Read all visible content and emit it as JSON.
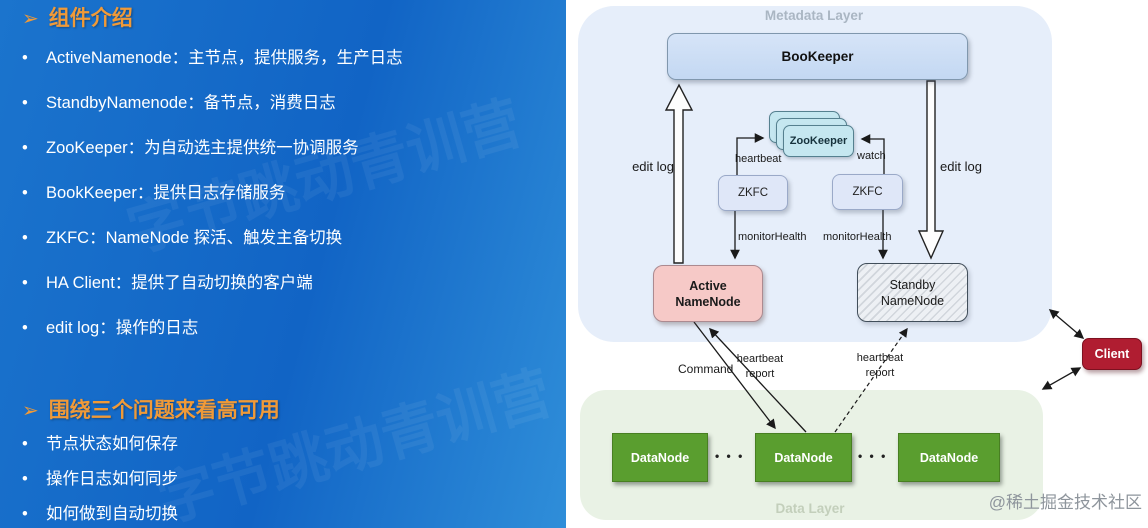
{
  "left_panel": {
    "watermark": "字节跳动青训营",
    "section1": {
      "marker": "➢",
      "title": "组件介绍",
      "bullet": "•",
      "items": [
        "ActiveNamenode：主节点，提供服务，生产日志",
        "StandbyNamenode：备节点，消费日志",
        "ZooKeeper：为自动选主提供统一协调服务",
        "BookKeeper：提供日志存储服务",
        "ZKFC：NameNode 探活、触发主备切换",
        "HA Client：提供了自动切换的客户端",
        "edit log：操作的日志"
      ]
    },
    "section2": {
      "marker": "➢",
      "title": "围绕三个问题来看高可用",
      "bullet": "•",
      "items": [
        "节点状态如何保存",
        "操作日志如何同步",
        "如何做到自动切换"
      ]
    }
  },
  "diagram": {
    "metadata_layer_label": "Metadata Layer",
    "data_layer_label": "Data Layer",
    "nodes": {
      "bookeeper": "BooKeeper",
      "zookeeper": "ZooKeeper",
      "zkfc_left": "ZKFC",
      "zkfc_right": "ZKFC",
      "active_namenode_line1": "Active",
      "active_namenode_line2": "NameNode",
      "standby_namenode_line1": "Standby",
      "standby_namenode_line2": "NameNode",
      "datanode1": "DataNode",
      "datanode2": "DataNode",
      "datanode3": "DataNode",
      "client": "Client"
    },
    "ellipsis": "• • •",
    "labels": {
      "edit_log_left": "edit log",
      "edit_log_right": "edit log",
      "heartbeat": "heartbeat",
      "watch": "watch",
      "monitor_health_left": "monitorHealth",
      "monitor_health_right": "monitorHealth",
      "command": "Command",
      "heartbeat_report_line1": "heartbeat",
      "heartbeat_report_line2": "report"
    }
  },
  "footer": {
    "credit": "@稀土掘金技术社区"
  },
  "colors": {
    "accent_orange": "#f09a38",
    "panel_blue": "#1164c5",
    "metadata_layer_bg": "#e6eefa",
    "data_layer_bg": "#e9f2e5",
    "bookeeper_blue": "#c9dcf4",
    "zookeeper_cyan": "#c5e7f0",
    "zkfc_lavender": "#dfe7f8",
    "active_pink": "#f6c9c7",
    "standby_gray": "#edf0f4",
    "datanode_green": "#5a9e2f",
    "client_red": "#b01d31"
  }
}
